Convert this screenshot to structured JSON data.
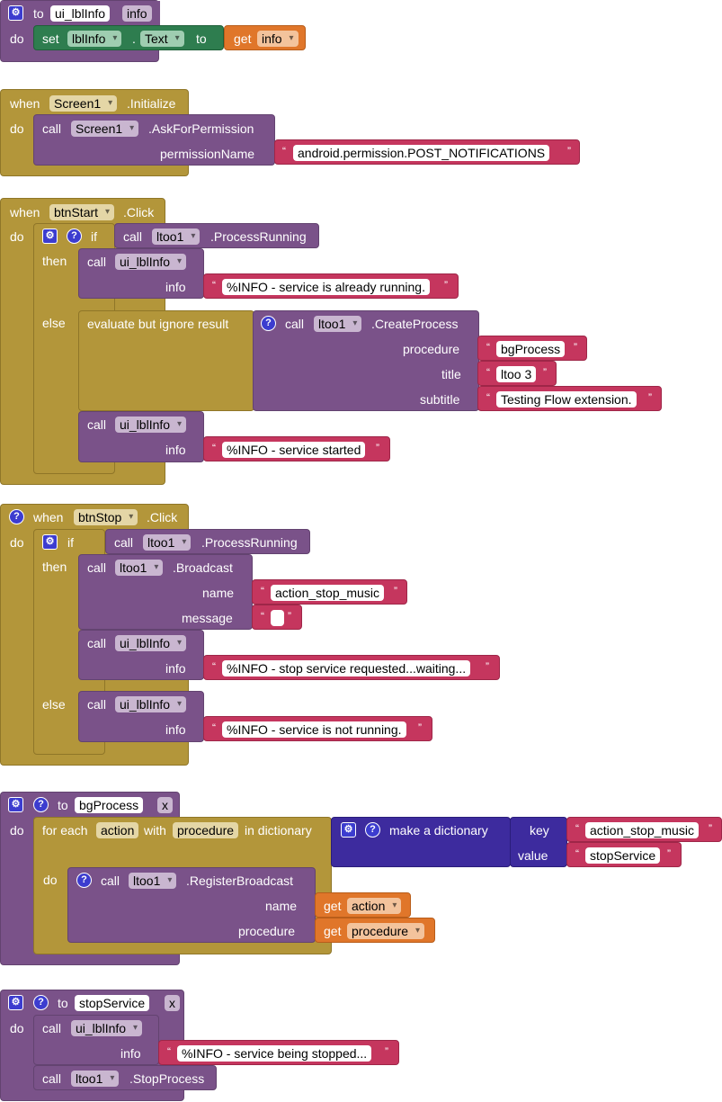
{
  "kw": {
    "to": "to",
    "do": "do",
    "set": "set",
    "get": "get",
    "when": "when",
    "call": "call",
    "if": "if",
    "then": "then",
    "else": "else",
    "dot": ".",
    "evaluate": "evaluate but ignore result",
    "for_each": "for each",
    "with": "with",
    "in_dictionary": "in dictionary",
    "make_dictionary": "make a dictionary",
    "key": "key",
    "value": "value",
    "open_quote": "“",
    "close_quote": "”",
    "gear_glyph": "⚙",
    "help_glyph": "?"
  },
  "blocks": {
    "ui_lblinfo_proc": {
      "name": "ui_lblInfo",
      "param": "info",
      "component": "lblInfo",
      "property": "Text",
      "get_var": "info"
    },
    "screen_init": {
      "component": "Screen1",
      "event": ".Initialize",
      "method": ".AskForPermission",
      "arg_label": "permissionName",
      "arg_value": "android.permission.POST_NOTIFICATIONS"
    },
    "btnstart_click": {
      "component": "btnStart",
      "event": ".Click",
      "ext": "ltoo1",
      "check_method": ".ProcessRunning",
      "proc": "ui_lblInfo",
      "info_label": "info",
      "msg_running": "%INFO - service is already running.",
      "create_method": ".CreateProcess",
      "procedure_label": "procedure",
      "procedure_value": "bgProcess",
      "title_label": "title",
      "title_value": "ltoo 3",
      "subtitle_label": "subtitle",
      "subtitle_value": "Testing Flow extension.",
      "msg_started": "%INFO - service started"
    },
    "btnstop_click": {
      "component": "btnStop",
      "event": ".Click",
      "ext": "ltoo1",
      "check_method": ".ProcessRunning",
      "broadcast_method": ".Broadcast",
      "name_label": "name",
      "name_value": "action_stop_music",
      "message_label": "message",
      "message_value": "",
      "proc": "ui_lblInfo",
      "info_label": "info",
      "msg_requested": "%INFO - stop service requested...waiting...",
      "msg_not_running": "%INFO - service is not running."
    },
    "bgprocess_proc": {
      "name": "bgProcess",
      "param": "x",
      "var_key": "action",
      "var_value": "procedure",
      "key_value": "action_stop_music",
      "value_value": "stopService",
      "ext": "ltoo1",
      "register_method": ".RegisterBroadcast",
      "name_label": "name",
      "procedure_label": "procedure",
      "get_action": "action",
      "get_procedure": "procedure"
    },
    "stopservice_proc": {
      "name": "stopService",
      "param": "x",
      "proc": "ui_lblInfo",
      "info_label": "info",
      "msg_stopping": "%INFO - service being stopped...",
      "ext": "ltoo1",
      "stop_method": ".StopProcess"
    }
  },
  "colors": {
    "procedure": "#7a5289",
    "event": "#b3963a",
    "component_method": "#8a4f9c",
    "setter": "#2e7d4f",
    "getter": "#e0762a",
    "text": "#c5365e",
    "dictionary": "#3d2b9e",
    "icon": "#3c3ccf"
  }
}
